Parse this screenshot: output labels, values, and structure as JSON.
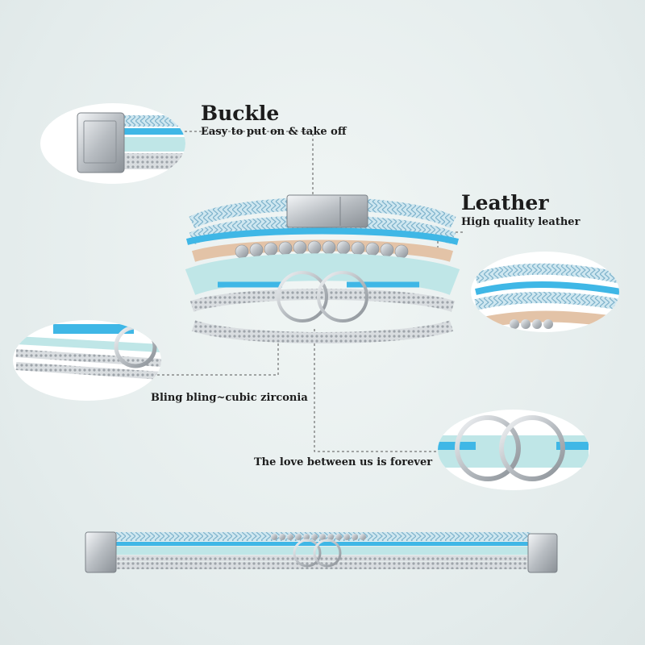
{
  "labels": {
    "buckle": {
      "title": "Buckle",
      "subtitle": "Easy to put on & take off"
    },
    "leather": {
      "title": "Leather",
      "subtitle": "High quality leather"
    },
    "zirconia": {
      "subtitle": "Bling bling~cubic zirconia"
    },
    "love": {
      "subtitle": "The love between us is forever"
    }
  },
  "colors": {
    "background": "#e7eeee",
    "braid": "#cfe7f0",
    "cord": "#3fb7e6",
    "suede": "#bfe6e7",
    "silver": "#c9ccd0",
    "tan": "#e3c3a7",
    "text": "#1c1c1c"
  }
}
